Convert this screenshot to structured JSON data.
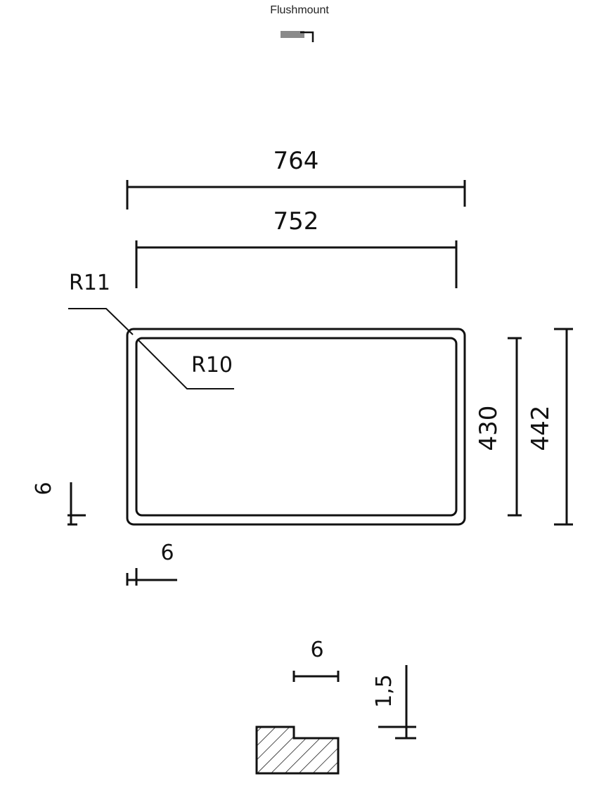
{
  "header": {
    "title": "Flushmount",
    "icon": "flushmount-profile-icon",
    "icon_color": "#8a8a8a"
  },
  "drawing": {
    "outer_width_label": "764",
    "inner_width_label": "752",
    "outer_radius_label": "R11",
    "inner_radius_label": "R10",
    "inner_height_label": "430",
    "outer_height_label": "442",
    "rim_bottom_label": "6",
    "rim_left_label": "6"
  },
  "section": {
    "step_width_label": "6",
    "step_depth_label": "1,5"
  }
}
